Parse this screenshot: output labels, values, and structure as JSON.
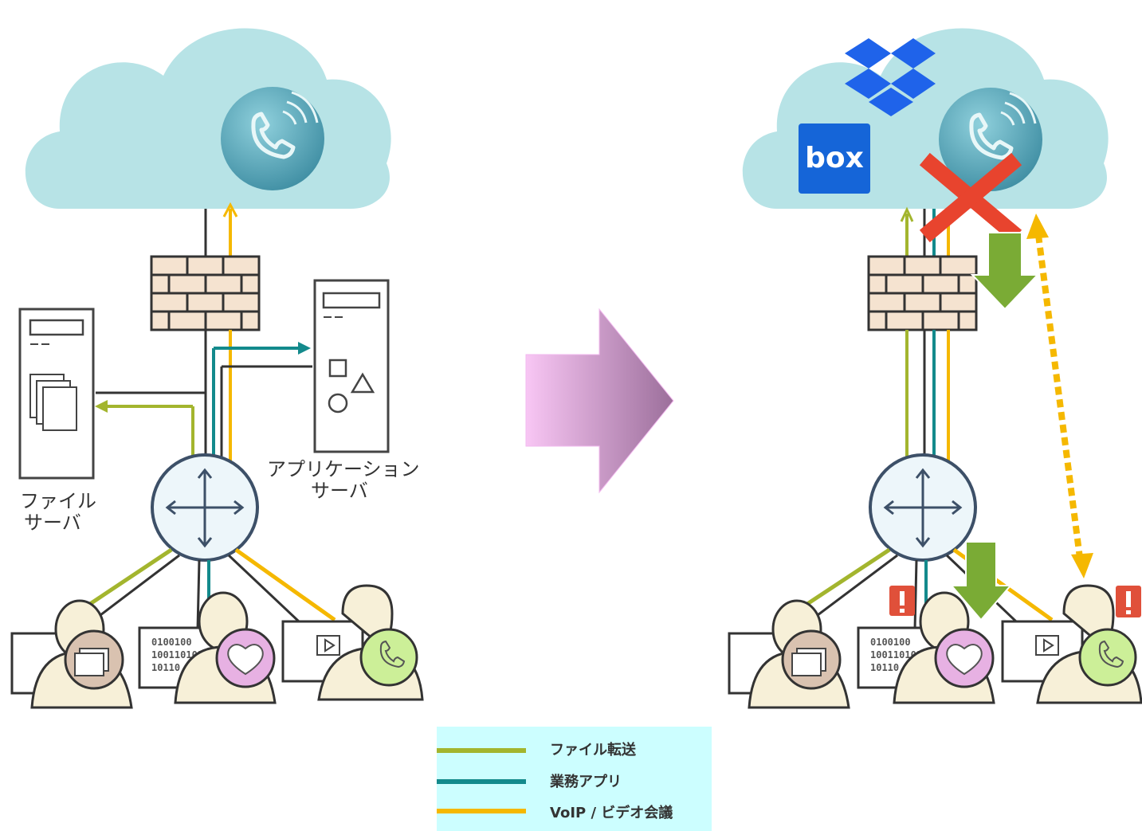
{
  "colors": {
    "file_transfer": "#a3b52e",
    "business_app": "#138a8c",
    "voip_video": "#f5b800",
    "cloud": "#b7e3e6",
    "legend_bg": "#ccfeff",
    "arrow_green": "#7aab35",
    "cross_red": "#e8442e",
    "alert_red": "#e0503a"
  },
  "left": {
    "file_server_label": [
      "ファイル",
      "サーバ"
    ],
    "app_server_label": [
      "アプリケーション",
      "サーバ"
    ],
    "binary_lines": [
      "0100100",
      "1001101011",
      "10110"
    ]
  },
  "right": {
    "box_logo_text": "box",
    "binary_lines": [
      "0100100",
      "1001101011",
      "10110"
    ]
  },
  "legend": {
    "items": [
      {
        "label": "ファイル転送",
        "color": "#a3b52e"
      },
      {
        "label": "業務アプリ",
        "color": "#138a8c"
      },
      {
        "label": "VoIP / ビデオ会議",
        "color": "#f5b800"
      }
    ]
  }
}
